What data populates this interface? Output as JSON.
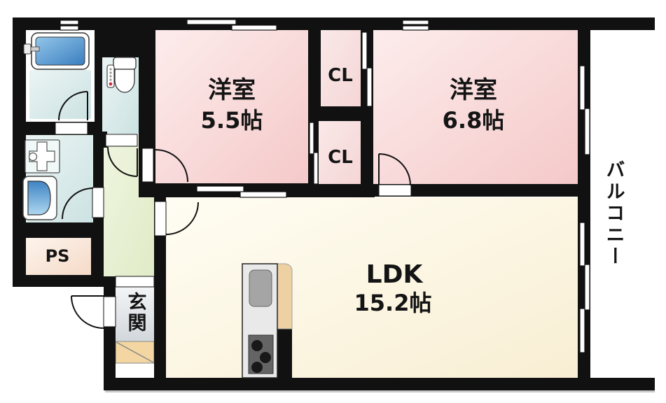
{
  "plan": {
    "rooms": {
      "western_room_1": {
        "name": "洋室",
        "size": "5.5帖"
      },
      "western_room_2": {
        "name": "洋室",
        "size": "6.8帖"
      },
      "ldk": {
        "name": "LDK",
        "size": "15.2帖"
      },
      "closet_upper": {
        "label": "CL"
      },
      "closet_lower": {
        "label": "CL"
      },
      "balcony": {
        "label": "バルコニー"
      },
      "pipe_space": {
        "label": "PS"
      },
      "entrance": {
        "label": "玄関"
      }
    },
    "fixtures": {
      "bathtub": "bathtub-icon",
      "toilet": "toilet-icon",
      "washbasin": "washbasin-icon",
      "washer_pan": "washing-machine-pan-icon",
      "kitchen_sink": "kitchen-sink-icon",
      "gas_stove": "gas-stove-icon"
    },
    "colors": {
      "wall": "#111111",
      "western_room": "#f6cece",
      "closet": "#f6d8d8",
      "ldk": "#f9f0d8",
      "hallway": "#e6efd2",
      "entrance_floor": "#dde2e6",
      "entrance_step": "#f3d6a1",
      "pipe_space": "#f7ddcd",
      "wet_area": "#d3e6e6",
      "bathtub_blue": "#4487c4"
    }
  }
}
